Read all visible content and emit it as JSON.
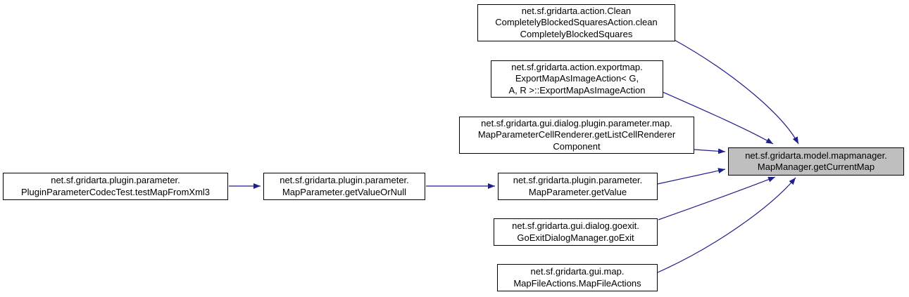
{
  "diagram": {
    "type": "call-graph",
    "description": "Doxygen caller graph: functions calling net.sf.gridarta.model.mapmanager.MapManager.getCurrentMap",
    "target": {
      "label": "net.sf.gridarta.model.mapmanager.\nMapManager.getCurrentMap"
    },
    "nodes": [
      {
        "id": "clean",
        "label": "net.sf.gridarta.action.Clean\nCompletelyBlockedSquaresAction.clean\nCompletelyBlockedSquares"
      },
      {
        "id": "export",
        "label": "net.sf.gridarta.action.exportmap.\nExportMapAsImageAction< G,\nA, R >::ExportMapAsImageAction"
      },
      {
        "id": "cellrenderer",
        "label": "net.sf.gridarta.gui.dialog.plugin.parameter.map.\nMapParameterCellRenderer.getListCellRenderer\nComponent"
      },
      {
        "id": "testmap",
        "label": "net.sf.gridarta.plugin.parameter.\nPluginParameterCodecTest.testMapFromXml3"
      },
      {
        "id": "getvalueornull",
        "label": "net.sf.gridarta.plugin.parameter.\nMapParameter.getValueOrNull"
      },
      {
        "id": "getvalue",
        "label": "net.sf.gridarta.plugin.parameter.\nMapParameter.getValue"
      },
      {
        "id": "goexit",
        "label": "net.sf.gridarta.gui.dialog.goexit.\nGoExitDialogManager.goExit"
      },
      {
        "id": "mapfileactions",
        "label": "net.sf.gridarta.gui.map.\nMapFileActions.MapFileActions"
      }
    ],
    "edges": [
      {
        "from": "CleanCompletelyBlockedSquaresAction.cleanCompletelyBlockedSquares",
        "to": "MapManager.getCurrentMap"
      },
      {
        "from": "ExportMapAsImageAction< G, A, R >::ExportMapAsImageAction",
        "to": "MapManager.getCurrentMap"
      },
      {
        "from": "MapParameterCellRenderer.getListCellRendererComponent",
        "to": "MapManager.getCurrentMap"
      },
      {
        "from": "MapParameter.getValue",
        "to": "MapManager.getCurrentMap"
      },
      {
        "from": "GoExitDialogManager.goExit",
        "to": "MapManager.getCurrentMap"
      },
      {
        "from": "MapFileActions.MapFileActions",
        "to": "MapManager.getCurrentMap"
      },
      {
        "from": "PluginParameterCodecTest.testMapFromXml3",
        "to": "MapParameter.getValueOrNull"
      },
      {
        "from": "MapParameter.getValueOrNull",
        "to": "MapParameter.getValue"
      }
    ]
  },
  "colors": {
    "background": "#ffffff",
    "edge": "#1f1f8a",
    "node_fill": "#ffffff",
    "node_border": "#000000",
    "target_fill": "#bfbfbf",
    "text": "#000000"
  }
}
